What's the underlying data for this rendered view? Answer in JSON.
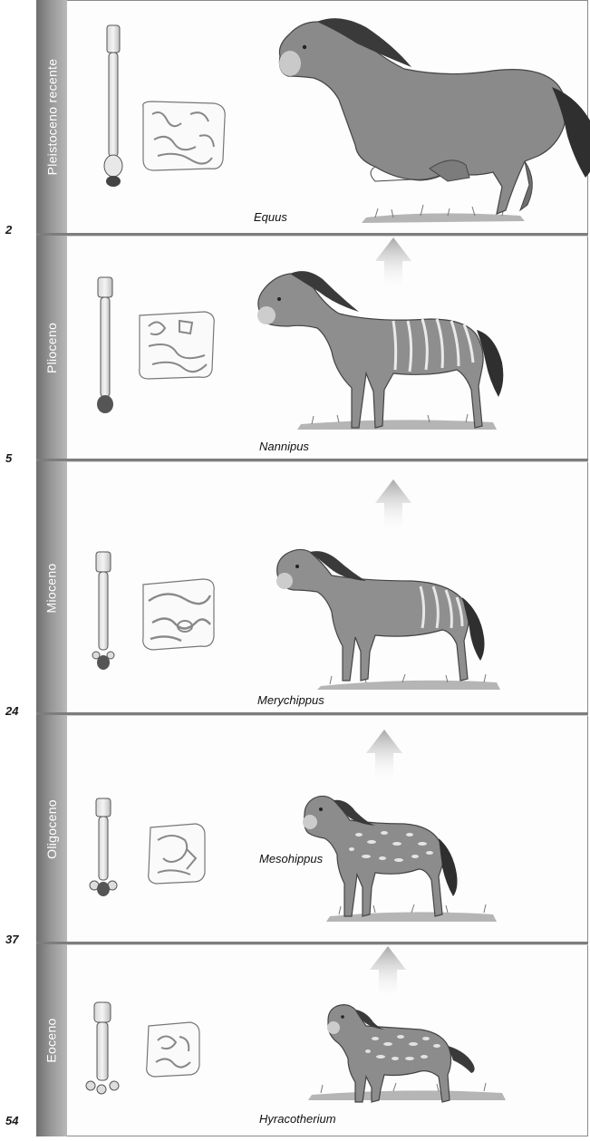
{
  "epochs": [
    {
      "id": "pleistoceno",
      "label": "Pleistoceno recente",
      "genus": "Equus",
      "boundary_below": "2"
    },
    {
      "id": "plioceno",
      "label": "Plioceno",
      "genus": "Nannipus",
      "boundary_below": "5"
    },
    {
      "id": "mioceno",
      "label": "Mioceno",
      "genus": "Merychippus",
      "boundary_below": "24"
    },
    {
      "id": "oligoceno",
      "label": "Oligoceno",
      "genus": "Mesohippus",
      "boundary_below": "37"
    },
    {
      "id": "eoceno",
      "label": "Eoceno",
      "genus": "Hyracotherium",
      "boundary_below": "54"
    }
  ],
  "colors": {
    "rail": "#8c8c8c",
    "arrow": "#b3b3b3",
    "horse_body": "#8f8f8f",
    "horse_dark": "#3c3c3c",
    "ground": "#9c9c9c"
  },
  "icons": [
    "leg-bone-icon",
    "tooth-icon",
    "horse-illustration",
    "up-arrow-icon",
    "grass-icon"
  ]
}
